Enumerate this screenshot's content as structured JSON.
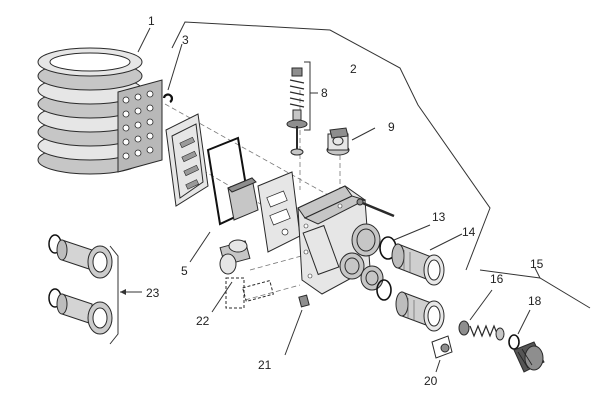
{
  "labels": {
    "p1": "1",
    "p2": "2",
    "p3": "3",
    "p5": "5",
    "p8": "8",
    "p9": "9",
    "p13": "13",
    "p14": "14",
    "p15": "15",
    "p16": "16",
    "p18": "18",
    "p20": "20",
    "p21": "21",
    "p22": "22",
    "p23": "23"
  },
  "colors": {
    "stroke": "#2a2a2a",
    "fill_light": "#e6e6e6",
    "fill_mid": "#c6c6c6",
    "fill_dark": "#8e8e8e"
  }
}
